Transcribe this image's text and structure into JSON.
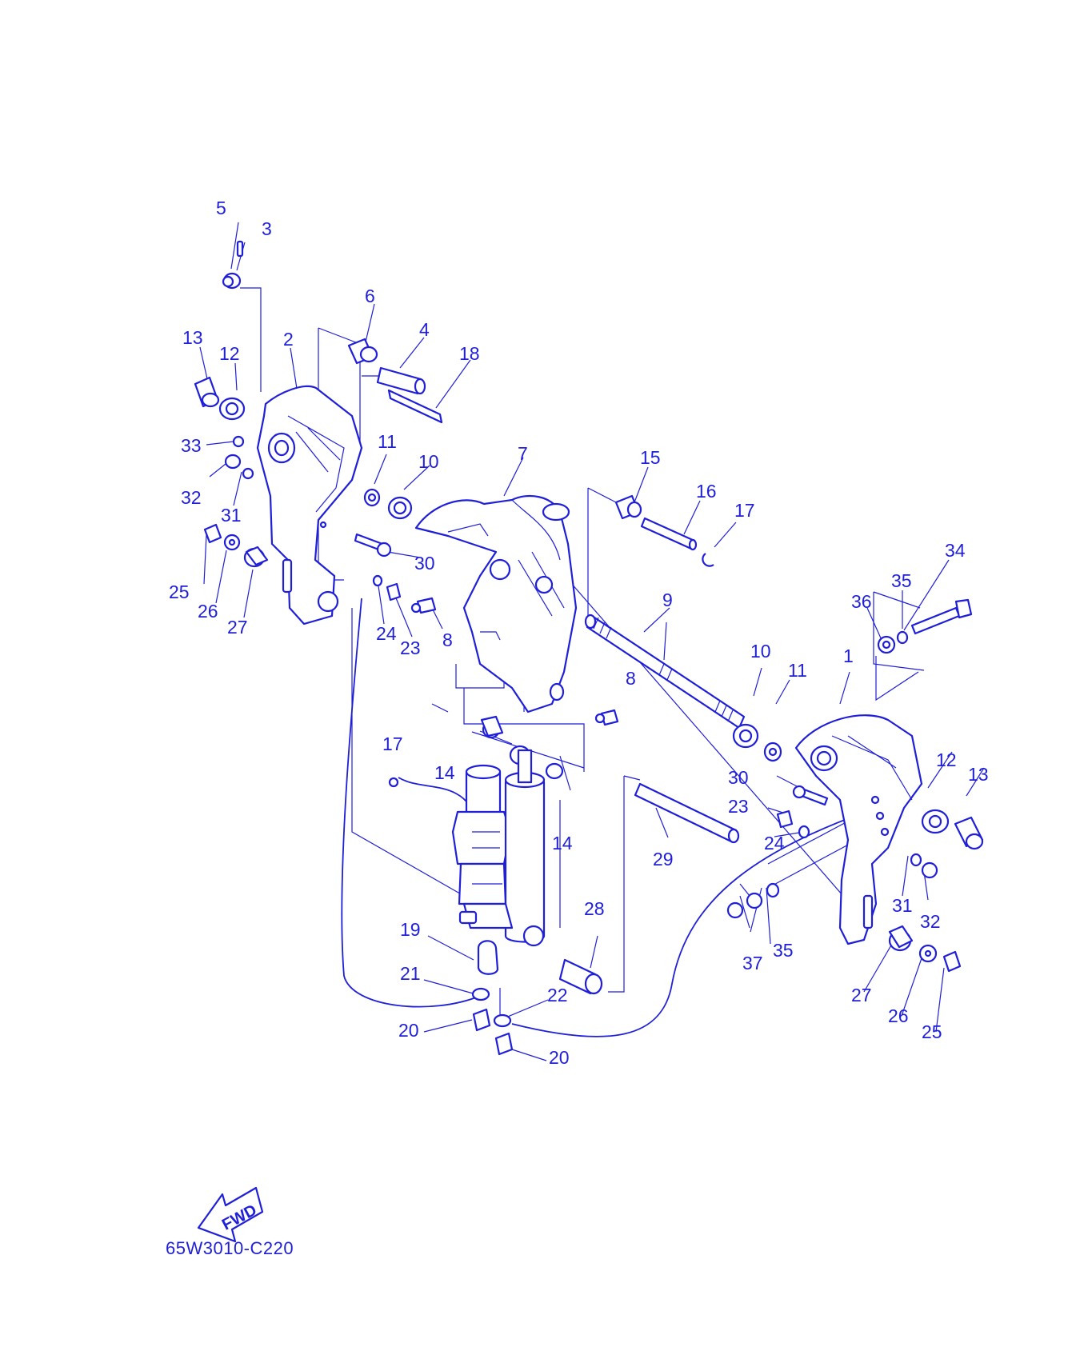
{
  "diagram_code": "65W3010-C220",
  "fwd_label": "FWD",
  "callouts": [
    {
      "id": "c5",
      "text": "5"
    },
    {
      "id": "c3",
      "text": "3"
    },
    {
      "id": "c6",
      "text": "6"
    },
    {
      "id": "c4",
      "text": "4"
    },
    {
      "id": "c18",
      "text": "18"
    },
    {
      "id": "c13a",
      "text": "13"
    },
    {
      "id": "c12a",
      "text": "12"
    },
    {
      "id": "c2",
      "text": "2"
    },
    {
      "id": "c33",
      "text": "33"
    },
    {
      "id": "c11a",
      "text": "11"
    },
    {
      "id": "c10a",
      "text": "10"
    },
    {
      "id": "c7",
      "text": "7"
    },
    {
      "id": "c15",
      "text": "15"
    },
    {
      "id": "c16",
      "text": "16"
    },
    {
      "id": "c17a",
      "text": "17"
    },
    {
      "id": "c32a",
      "text": "32"
    },
    {
      "id": "c31a",
      "text": "31"
    },
    {
      "id": "c30a",
      "text": "30"
    },
    {
      "id": "c34",
      "text": "34"
    },
    {
      "id": "c35a",
      "text": "35"
    },
    {
      "id": "c36",
      "text": "36"
    },
    {
      "id": "c25a",
      "text": "25"
    },
    {
      "id": "c26a",
      "text": "26"
    },
    {
      "id": "c27a",
      "text": "27"
    },
    {
      "id": "c24a",
      "text": "24"
    },
    {
      "id": "c23a",
      "text": "23"
    },
    {
      "id": "c8a",
      "text": "8"
    },
    {
      "id": "c9",
      "text": "9"
    },
    {
      "id": "c10b",
      "text": "10"
    },
    {
      "id": "c11b",
      "text": "11"
    },
    {
      "id": "c1",
      "text": "1"
    },
    {
      "id": "c8b",
      "text": "8"
    },
    {
      "id": "c17b",
      "text": "17"
    },
    {
      "id": "c14a",
      "text": "14"
    },
    {
      "id": "c14b",
      "text": "14"
    },
    {
      "id": "c30b",
      "text": "30"
    },
    {
      "id": "c12b",
      "text": "12"
    },
    {
      "id": "c13b",
      "text": "13"
    },
    {
      "id": "c23b",
      "text": "23"
    },
    {
      "id": "c24b",
      "text": "24"
    },
    {
      "id": "c29",
      "text": "29"
    },
    {
      "id": "c31b",
      "text": "31"
    },
    {
      "id": "c32b",
      "text": "32"
    },
    {
      "id": "c28",
      "text": "28"
    },
    {
      "id": "c19",
      "text": "19"
    },
    {
      "id": "c37",
      "text": "37"
    },
    {
      "id": "c35b",
      "text": "35"
    },
    {
      "id": "c21",
      "text": "21"
    },
    {
      "id": "c22",
      "text": "22"
    },
    {
      "id": "c27b",
      "text": "27"
    },
    {
      "id": "c26b",
      "text": "26"
    },
    {
      "id": "c20a",
      "text": "20"
    },
    {
      "id": "c25b",
      "text": "25"
    },
    {
      "id": "c20b",
      "text": "20"
    }
  ]
}
